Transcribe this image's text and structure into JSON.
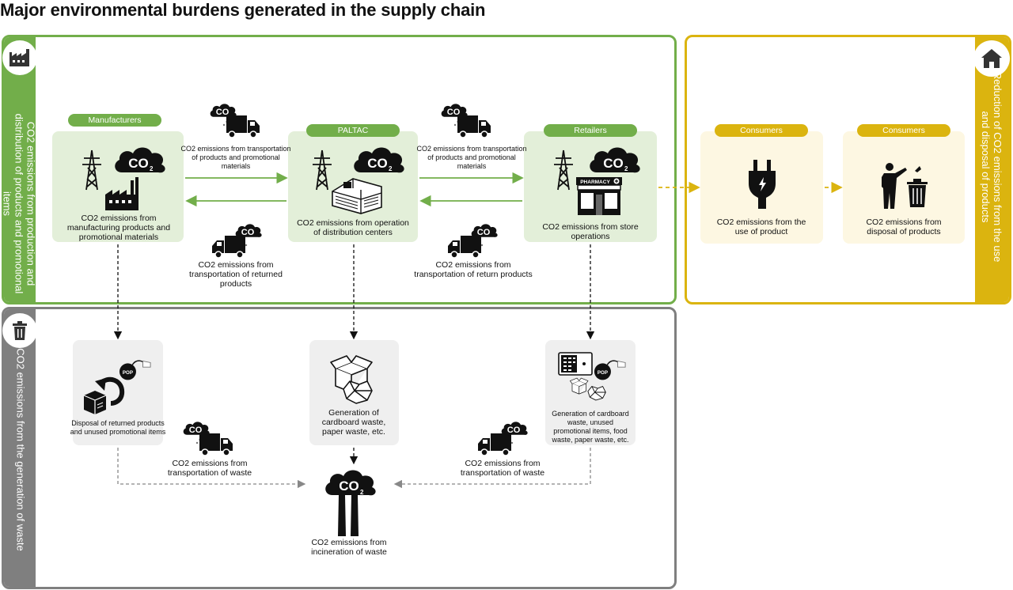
{
  "title": "Major environmental burdens generated in the supply chain",
  "sections": {
    "production": "CO2 emissions from production and distribution of products and promotional items",
    "use_disposal": "Reduction of CO2 emissions from the use and disposal of products",
    "waste": "CO2 emissions from the generation of waste"
  },
  "nodes": {
    "manufacturers": {
      "label": "Manufacturers",
      "caption": "CO2 emissions from manufacturing products and promotional materials"
    },
    "paltac": {
      "label": "PALTAC",
      "caption": "CO2 emissions from operation of distribution centers"
    },
    "retailers": {
      "label": "Retailers",
      "caption": "CO2 emissions from store operations"
    },
    "consumers_use": {
      "label": "Consumers",
      "caption": "CO2 emissions from the use of product"
    },
    "consumers_disposal": {
      "label": "Consumers",
      "caption": "CO2 emissions from disposal of products"
    }
  },
  "transport": {
    "forward_1": "CO2 emissions from transportation of products and promotional materials",
    "forward_2": "CO2 emissions from transportation of products and promotional materials",
    "returned": "CO2 emissions from transportation of returned products",
    "return": "CO2 emissions from transportation of return products",
    "waste_left": "CO2 emissions from transportation of waste",
    "waste_right": "CO2 emissions from transportation of waste"
  },
  "waste_nodes": {
    "manufacturers": "Disposal of returned products and unused promotional items",
    "paltac": "Generation of cardboard waste, paper waste, etc.",
    "retailers": "Generation of cardboard waste, unused promotional items, food waste, paper waste, etc.",
    "incineration": "CO2 emissions from incineration of waste"
  },
  "icon_text": {
    "co2": "CO",
    "co2_sub": "2",
    "pop": "POP",
    "pharmacy": "PHARMACY"
  },
  "colors": {
    "green": "#72ae4a",
    "yellow": "#dbb40f",
    "gray": "#7f7f7f"
  },
  "icons": [
    "factory-icon",
    "house-icon",
    "trash-icon",
    "co2-cloud-icon",
    "power-tower-icon",
    "truck-icon",
    "warehouse-icon",
    "store-icon",
    "plug-icon",
    "person-trash-icon",
    "pop-bomb-icon",
    "return-box-icon",
    "cardboard-box-icon",
    "chimney-icon"
  ]
}
